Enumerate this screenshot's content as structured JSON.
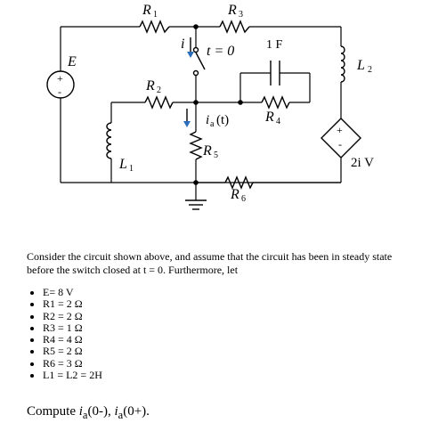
{
  "circuit": {
    "labels": {
      "R1": "R",
      "R1_sub": "1",
      "R3": "R",
      "R3_sub": "3",
      "R2": "R",
      "R2_sub": "2",
      "R4": "R",
      "R4_sub": "4",
      "R5": "R",
      "R5_sub": "5",
      "R6": "R",
      "R6_sub": "6",
      "L1": "L",
      "L1_sub": "1",
      "L2": "L",
      "L2_sub": "2",
      "E": "E",
      "cap": "1 F",
      "switch_current": "i",
      "switch_time": "t = 0",
      "ia": "i",
      "ia_sub": "a",
      "ia_arg": "(t)",
      "dep_source": "2i V",
      "plus": "+",
      "minus": "-"
    }
  },
  "problem": {
    "intro": "Consider the circuit shown above, and assume that the circuit has been in steady state before the switch closed at t  = 0. Furthermore,  let",
    "params": [
      "E= 8 V",
      "R1 = 2 Ω",
      "R2 = 2 Ω",
      "R3 = 1 Ω",
      "R4 = 4 Ω",
      "R5 = 2  Ω",
      "R6  = 3  Ω",
      "L1 = L2 =  2H"
    ],
    "question_pre": "Compute ",
    "question_i1": "i",
    "question_sub1": "a",
    "question_mid": "(0-), ",
    "question_i2": "i",
    "question_sub2": "a",
    "question_post": "(0+)."
  }
}
